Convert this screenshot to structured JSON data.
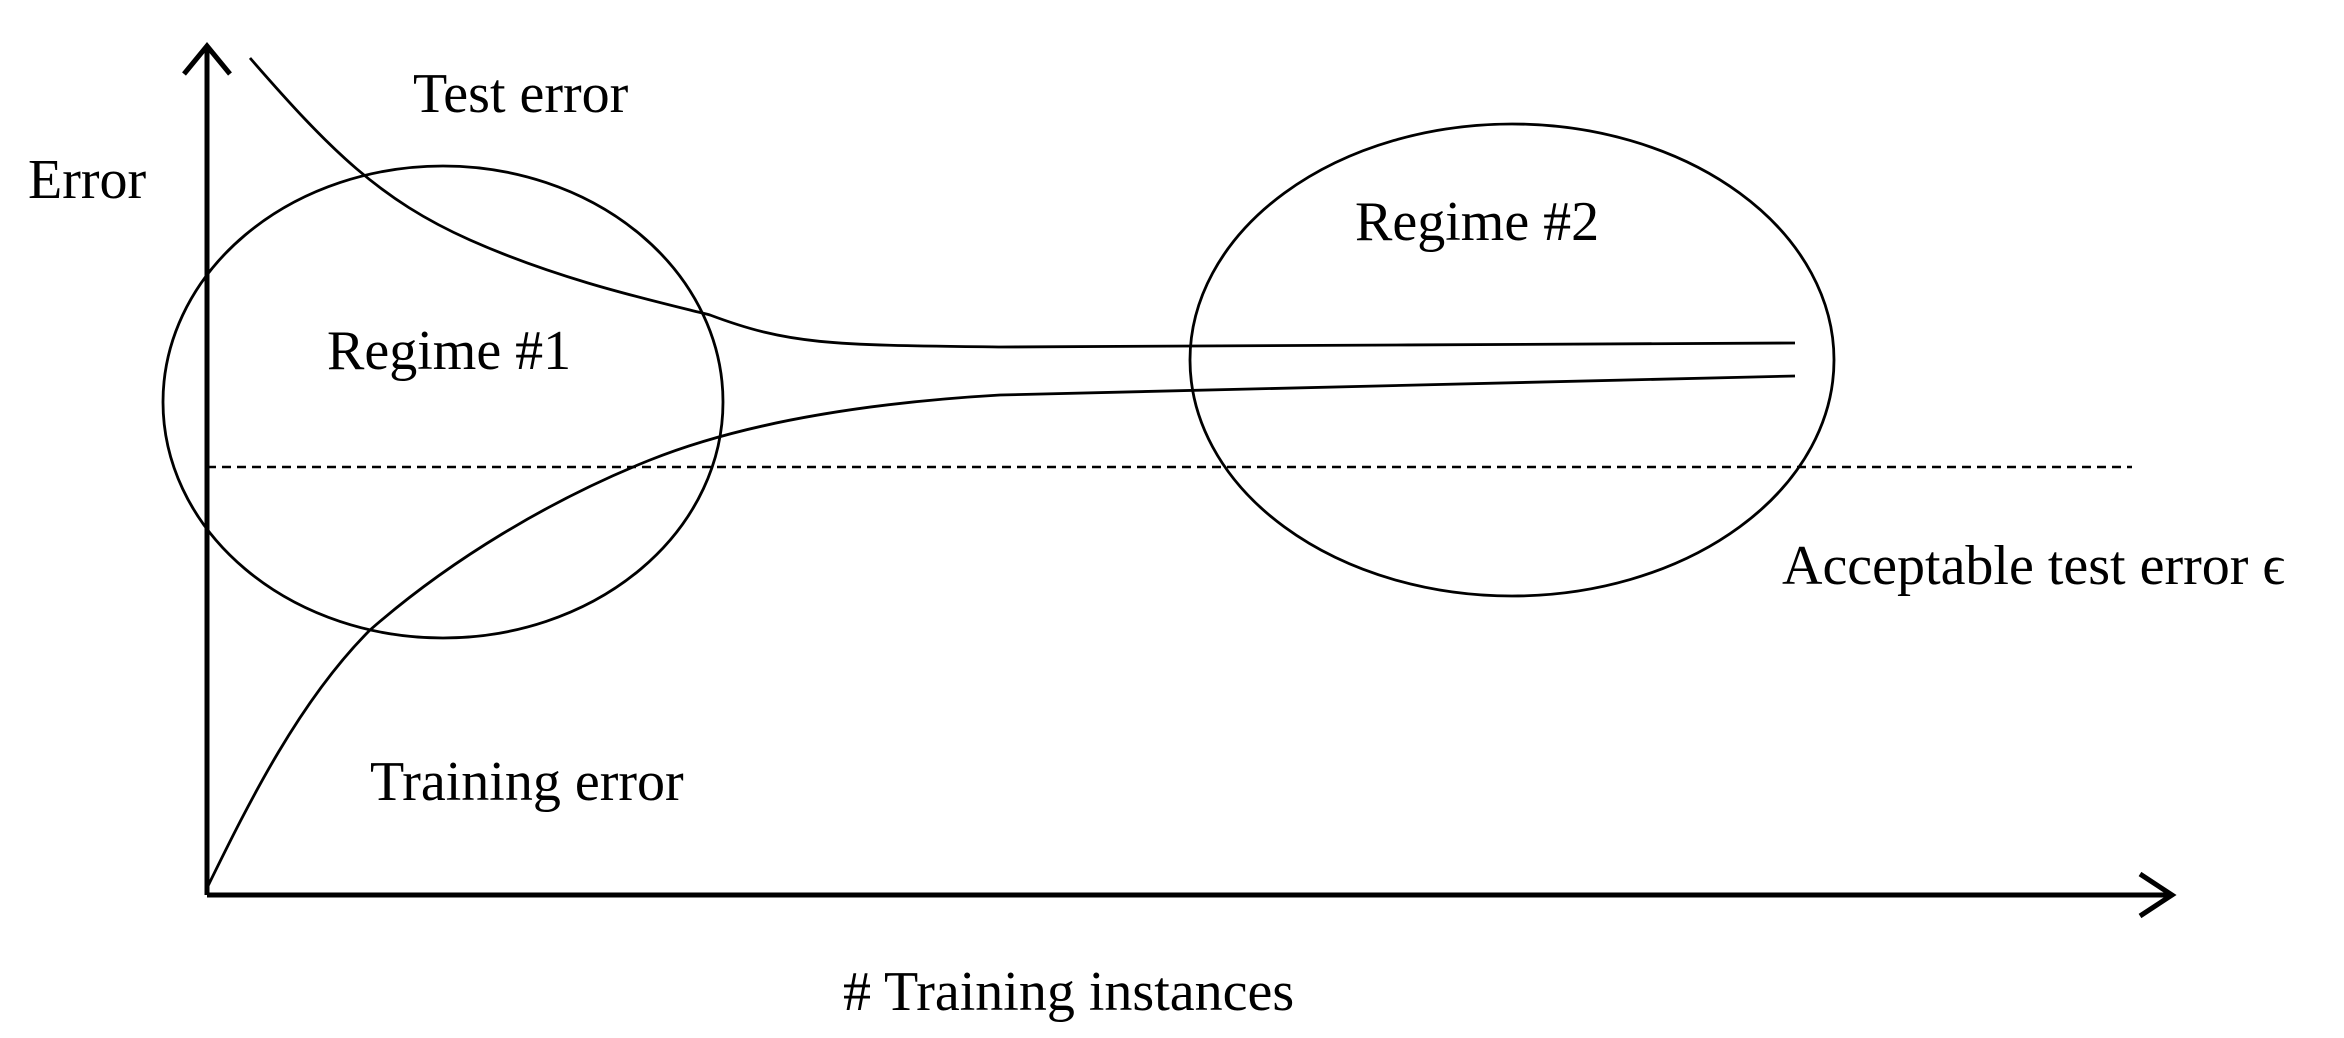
{
  "axes": {
    "y_label": "Error",
    "x_label": "# Training instances"
  },
  "curves": {
    "test": {
      "label": "Test error"
    },
    "training": {
      "label": "Training error"
    }
  },
  "threshold": {
    "label": "Acceptable test error ϵ"
  },
  "regimes": [
    {
      "label": "Regime #1"
    },
    {
      "label": "Regime #2"
    }
  ],
  "colors": {
    "ink": "#000000",
    "background": "#ffffff"
  }
}
